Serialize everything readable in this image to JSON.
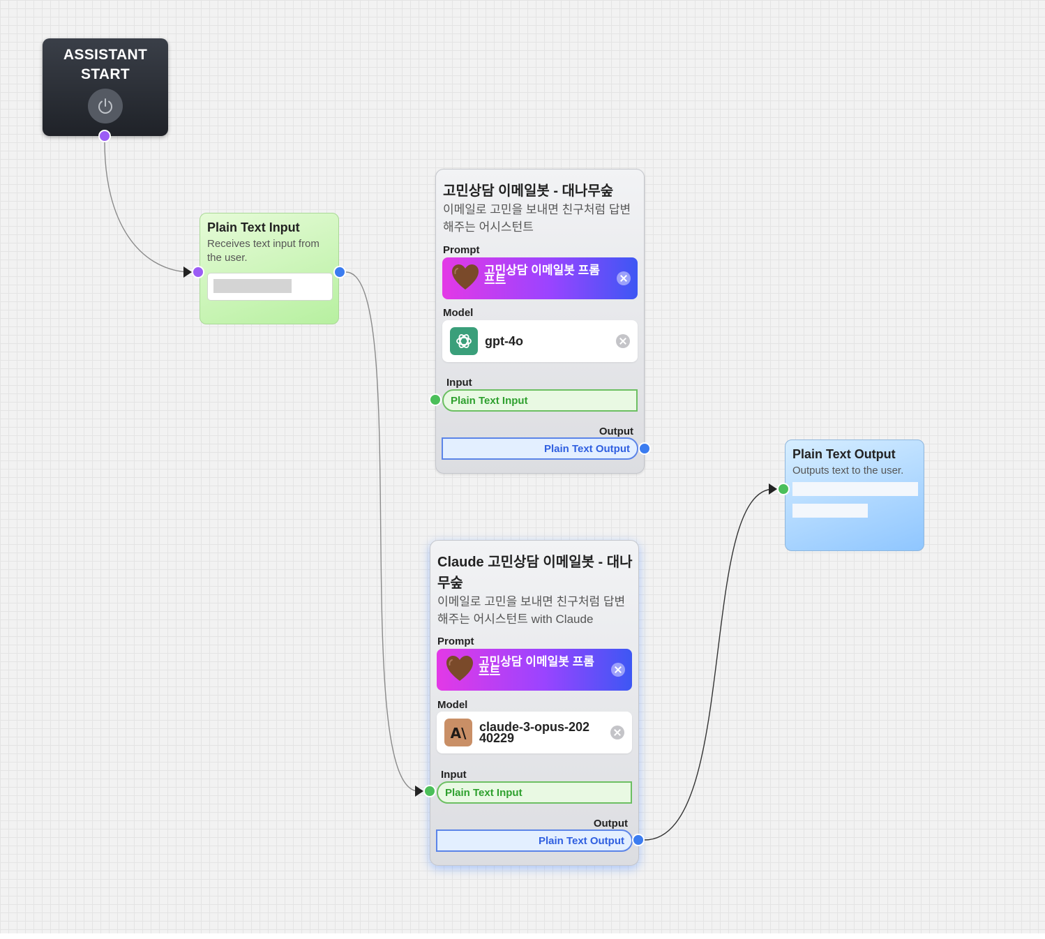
{
  "start_node": {
    "title": "ASSISTANT START",
    "icon": "power-icon"
  },
  "input_node": {
    "title": "Plain Text Input",
    "description": "Receives text input from the user."
  },
  "assistant_gpt": {
    "title": "고민상담 이메일봇 - 대나무숲",
    "description": "이메일로 고민을 보내면 친구처럼 답변해주는 어시스턴트",
    "prompt_label": "Prompt",
    "prompt_name": "고민상담 이메일봇 프롬프트",
    "prompt_icon": "brown-heart-icon",
    "model_label": "Model",
    "model_name": "gpt-4o",
    "model_icon": "openai-logo-icon",
    "input_label": "Input",
    "input_port": "Plain Text Input",
    "output_label": "Output",
    "output_port": "Plain Text Output"
  },
  "assistant_claude": {
    "title": "Claude 고민상담 이메일봇 - 대나무숲",
    "description": "이메일로 고민을 보내면 친구처럼 답변해주는 어시스턴트 with Claude",
    "prompt_label": "Prompt",
    "prompt_name": "고민상담 이메일봇 프롬프트",
    "prompt_icon": "brown-heart-icon",
    "model_label": "Model",
    "model_name": "claude-3-opus-20240229",
    "model_icon": "anthropic-logo-icon",
    "model_icon_text": "A\\",
    "input_label": "Input",
    "input_port": "Plain Text Input",
    "output_label": "Output",
    "output_port": "Plain Text Output"
  },
  "output_node": {
    "title": "Plain Text Output",
    "description": "Outputs text to the user."
  },
  "colors": {
    "handle_purple": "#9b5cf5",
    "handle_blue": "#3b7cf0",
    "handle_green": "#4bbf5a",
    "wire": "#8a8a8a",
    "prompt_gradient_start": "#e339e6",
    "prompt_gradient_end": "#3d57f4"
  }
}
